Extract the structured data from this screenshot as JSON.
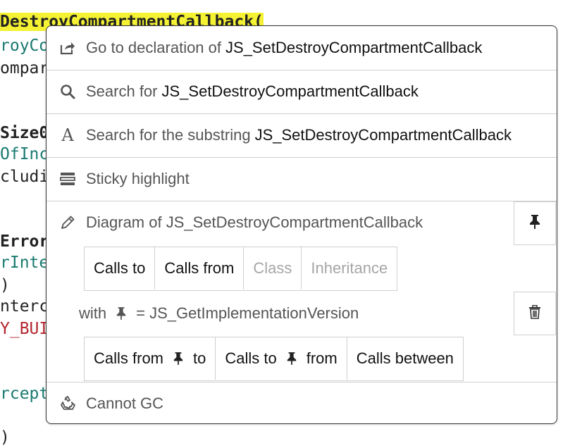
{
  "code": {
    "lines": [
      {
        "text": "DestroyCompartmentCallback(",
        "style": "hl"
      },
      {
        "text": "royCo",
        "style": "teal"
      },
      {
        "text": "ompar",
        "style": "dark"
      },
      {
        "text": "Size0",
        "style": "bold"
      },
      {
        "text": "OfInc",
        "style": "teal"
      },
      {
        "text": "cludi",
        "style": "dark"
      },
      {
        "text": "Error",
        "style": "bold"
      },
      {
        "text": "rInte",
        "style": "teal"
      },
      {
        "text": ")",
        "style": "dark"
      },
      {
        "text": "nterc",
        "style": "dark"
      },
      {
        "text": "Y_BUI",
        "style": "red"
      },
      {
        "text": "rcept",
        "style": "teal"
      },
      {
        "text": ")",
        "style": "dark"
      }
    ]
  },
  "menu": {
    "go_to_declaration": {
      "prefix": "Go to declaration of",
      "symbol": "JS_SetDestroyCompartmentCallback"
    },
    "search_for": {
      "prefix": "Search for",
      "symbol": "JS_SetDestroyCompartmentCallback"
    },
    "search_substring": {
      "prefix": "Search for the substring",
      "symbol": "JS_SetDestroyCompartmentCallback"
    },
    "sticky_highlight": "Sticky highlight",
    "diagram_label": "Diagram of JS_SetDestroyCompartmentCallback",
    "diagram_tabs": [
      {
        "label": "Calls to",
        "enabled": true
      },
      {
        "label": "Calls from",
        "enabled": true
      },
      {
        "label": "Class",
        "enabled": false
      },
      {
        "label": "Inheritance",
        "enabled": false
      }
    ],
    "with_prefix": "with",
    "with_value": "= JS_GetImplementationVersion",
    "pin_tabs": {
      "calls_from_prefix": "Calls from",
      "calls_from_suffix": "to",
      "calls_to_prefix": "Calls to",
      "calls_to_suffix": "from",
      "calls_between": "Calls between"
    },
    "cannot_gc": "Cannot GC"
  },
  "icons": {
    "go_to_declaration": "share-arrow-icon",
    "search": "magnifier-icon",
    "substring": "serif-A-icon",
    "sticky": "highlight-lines-icon",
    "diagram": "pencil-icon",
    "pin": "pin-icon",
    "trash": "trash-icon",
    "cannot_gc": "recycle-icon"
  },
  "colors": {
    "highlight": "#f4f233",
    "border": "#333333",
    "muted": "#a6a6a6"
  }
}
